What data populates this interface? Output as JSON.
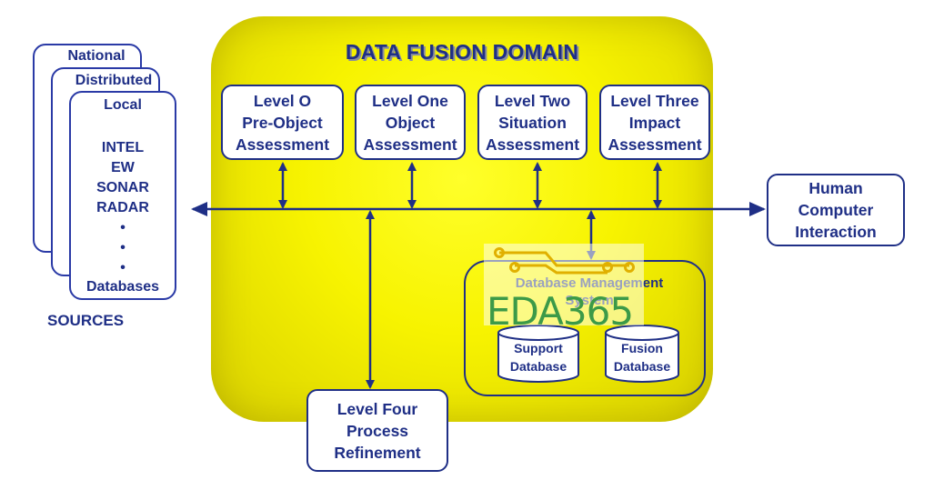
{
  "domain": {
    "title": "DATA FUSION DOMAIN"
  },
  "levels": [
    {
      "line1": "Level O",
      "line2": "Pre-Object",
      "line3": "Assessment"
    },
    {
      "line1": "Level One",
      "line2": "Object",
      "line3": "Assessment"
    },
    {
      "line1": "Level Two",
      "line2": "Situation",
      "line3": "Assessment"
    },
    {
      "line1": "Level Three",
      "line2": "Impact",
      "line3": "Assessment"
    }
  ],
  "level_four": {
    "line1": "Level Four",
    "line2": "Process",
    "line3": "Refinement"
  },
  "hci": {
    "line1": "Human",
    "line2": "Computer",
    "line3": "Interaction"
  },
  "sources": {
    "sheets": [
      "National",
      "Distributed",
      "Local"
    ],
    "items": [
      "INTEL",
      "EW",
      "SONAR",
      "RADAR",
      "•",
      "•",
      "•"
    ],
    "last_item": "Databases",
    "label": "SOURCES"
  },
  "dbms": {
    "label_line1": "Database Management",
    "label_line2": "System",
    "support_db": {
      "line1": "Support",
      "line2": "Database"
    },
    "fusion_db": {
      "line1": "Fusion",
      "line2": "Database"
    }
  },
  "watermark": {
    "text": "EDA365"
  },
  "colors": {
    "primary": "#1f2f86",
    "domain_yellow": "#f7f300",
    "watermark_green": "#3c9a48",
    "watermark_gold": "#e0b000"
  }
}
